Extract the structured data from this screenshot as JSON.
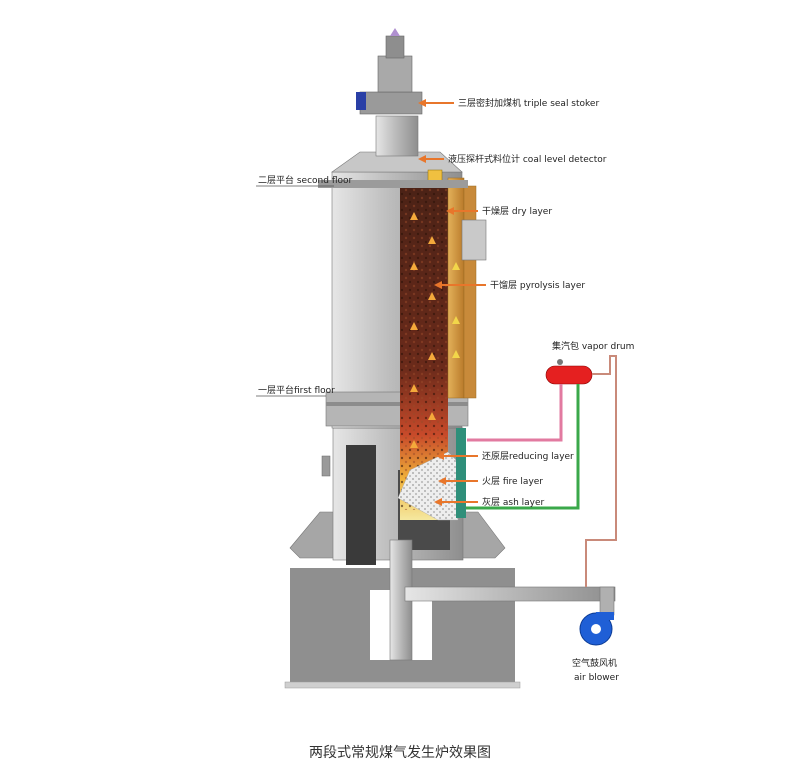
{
  "labels": {
    "triple_seal_stoker": "三层密封加煤机  triple seal stoker",
    "coal_level_detector": "液压探杆式料位计  coal level detector",
    "second_floor": "二层平台  second floor",
    "dry_layer": "干燥层   dry layer",
    "pyrolysis_layer": "干馏层  pyrolysis layer",
    "vapor_drum": "集汽包  vapor drum",
    "first_floor": "一层平台first floor",
    "reducing_layer": "还原层reducing layer",
    "fire_layer": "火层   fire layer",
    "ash_layer": "灰层   ash layer",
    "air_blower_cn": "空气鼓风机",
    "air_blower_en": "air blower"
  },
  "caption": "两段式常规煤气发生炉效果图",
  "colors": {
    "steel": "#b8b8b8",
    "steel_dark": "#8c8c8c",
    "brick": "#d9a34a",
    "coal": "#5a2a18",
    "fire": "#e8743a",
    "ash": "#e6e6e6",
    "leader": "#e8762b",
    "pipe_pink": "#e27aa0",
    "pipe_green": "#3aa84a",
    "pipe_brown": "#c98a7a",
    "vapor_drum": "#e52020",
    "blower": "#1f5fd6"
  }
}
